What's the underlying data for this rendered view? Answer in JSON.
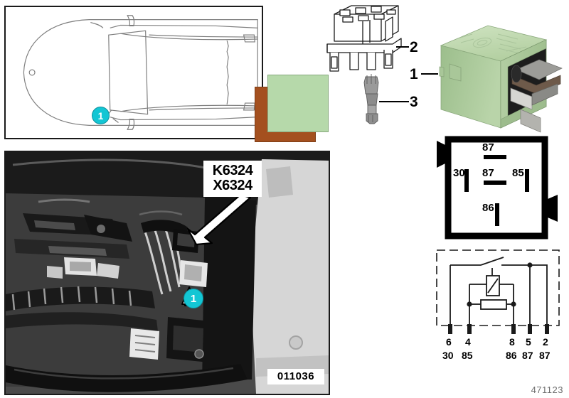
{
  "document": {
    "number": "471123"
  },
  "car_diagram": {
    "name": "vehicle-top-view",
    "callouts": [
      {
        "id": "1",
        "label": "1"
      }
    ]
  },
  "swatches": [
    {
      "name": "swatch-brown",
      "color": "#a4501f"
    },
    {
      "name": "swatch-green",
      "color": "#b6d9aa"
    }
  ],
  "parts": {
    "items": [
      {
        "number": "1",
        "name": "relay"
      },
      {
        "number": "2",
        "name": "relay-socket"
      },
      {
        "number": "3",
        "name": "terminal-pin"
      }
    ]
  },
  "relay": {
    "body_color": "#b6d9aa"
  },
  "pinout": {
    "title": "relay-terminal-layout",
    "terminals": [
      {
        "label": "87",
        "position": "top-center"
      },
      {
        "label": "30",
        "position": "left"
      },
      {
        "label": "87",
        "position": "middle-center"
      },
      {
        "label": "85",
        "position": "right"
      },
      {
        "label": "86",
        "position": "bottom-center"
      }
    ]
  },
  "schematic": {
    "title": "relay-circuit-schematic",
    "pin_rows": {
      "socket_numbers": [
        "6",
        "4",
        "8",
        "5",
        "2"
      ],
      "terminal_numbers": [
        "30",
        "85",
        "86",
        "87",
        "87"
      ]
    }
  },
  "photo": {
    "labels": {
      "component": "K6324",
      "connector": "X6324",
      "photo_id": "011036"
    },
    "callouts": [
      {
        "id": "1",
        "label": "1"
      }
    ]
  }
}
